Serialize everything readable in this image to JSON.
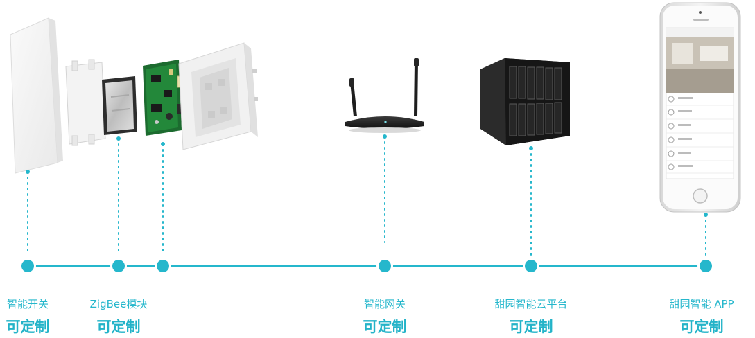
{
  "colors": {
    "accent": "#25b7cc"
  },
  "nodes": [
    {
      "label": "智能开关",
      "sub": "可定制",
      "icon": "switch-panel-icon"
    },
    {
      "label": "ZigBee模块",
      "sub": "可定制",
      "icon": "zigbee-chip-icon"
    },
    {
      "label": "",
      "sub": "",
      "icon": "circuit-board-icon"
    },
    {
      "label": "智能网关",
      "sub": "可定制",
      "icon": "router-icon"
    },
    {
      "label": "甜园智能云平台",
      "sub": "可定制",
      "icon": "server-icon"
    },
    {
      "label": "甜园智能 APP",
      "sub": "可定制",
      "icon": "smartphone-icon"
    }
  ]
}
